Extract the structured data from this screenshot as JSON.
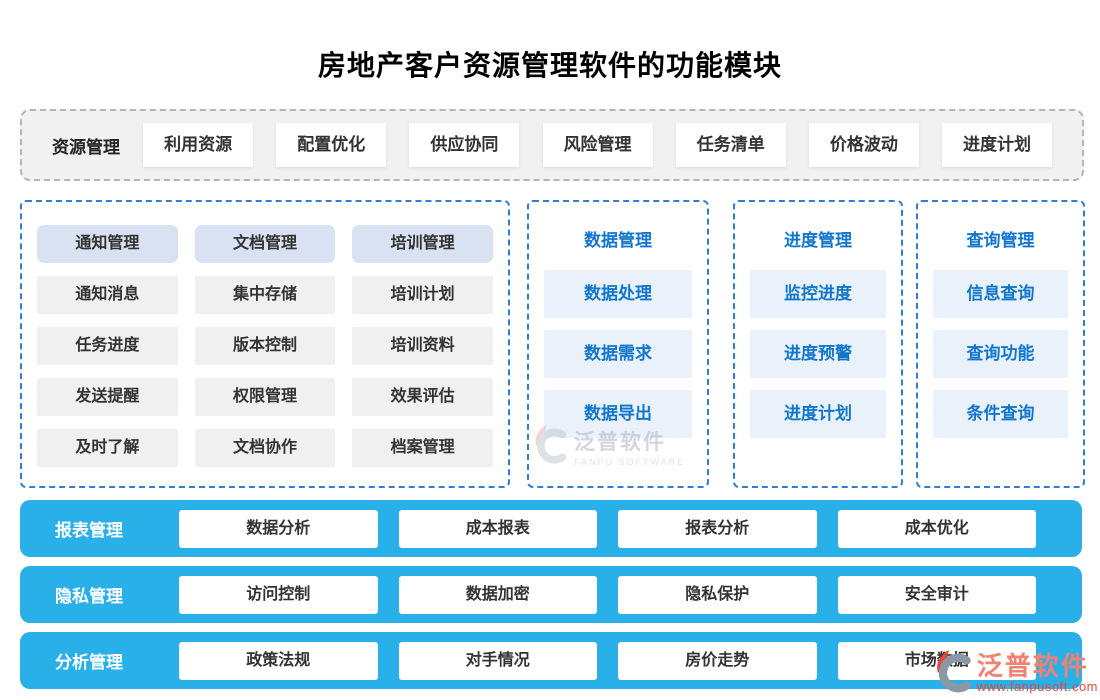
{
  "title": "房地产客户资源管理软件的功能模块",
  "top_band": {
    "label": "资源管理",
    "items": [
      "利用资源",
      "配置优化",
      "供应协同",
      "风险管理",
      "任务清单",
      "价格波动",
      "进度计划"
    ]
  },
  "matrix_panel": {
    "columns": [
      {
        "header": "通知管理",
        "items": [
          "通知消息",
          "任务进度",
          "发送提醒",
          "及时了解"
        ]
      },
      {
        "header": "文档管理",
        "items": [
          "集中存储",
          "版本控制",
          "权限管理",
          "文档协作"
        ]
      },
      {
        "header": "培训管理",
        "items": [
          "培训计划",
          "培训资料",
          "效果评估",
          "档案管理"
        ]
      }
    ]
  },
  "list_panels": [
    {
      "header": "数据管理",
      "items": [
        "数据处理",
        "数据需求",
        "数据导出"
      ]
    },
    {
      "header": "进度管理",
      "items": [
        "监控进度",
        "进度预警",
        "进度计划"
      ]
    },
    {
      "header": "查询管理",
      "items": [
        "信息查询",
        "查询功能",
        "条件查询"
      ]
    }
  ],
  "bottom_bars": [
    {
      "label": "报表管理",
      "items": [
        "数据分析",
        "成本报表",
        "报表分析",
        "成本优化"
      ]
    },
    {
      "label": "隐私管理",
      "items": [
        "访问控制",
        "数据加密",
        "隐私保护",
        "安全审计"
      ]
    },
    {
      "label": "分析管理",
      "items": [
        "政策法规",
        "对手情况",
        "房价走势",
        "市场数据"
      ]
    }
  ],
  "watermarks": {
    "center": {
      "name": "泛普软件",
      "sub": "FANPU SOFTWARE"
    },
    "corner": {
      "name": "泛普软件",
      "sub": "www.fanpusoft.com"
    }
  },
  "colors": {
    "bar_blue": "#29b0e8",
    "panel_border_blue": "#2e7ed2",
    "blue_text": "#1277cc",
    "item_blue_bg": "#e9f1fa",
    "header_lavender_bg": "#d9e2f3",
    "item_gray_bg": "#f0f0f0",
    "band_gray_bg": "#f1f1f1",
    "watermark_red": "#e2493d"
  }
}
